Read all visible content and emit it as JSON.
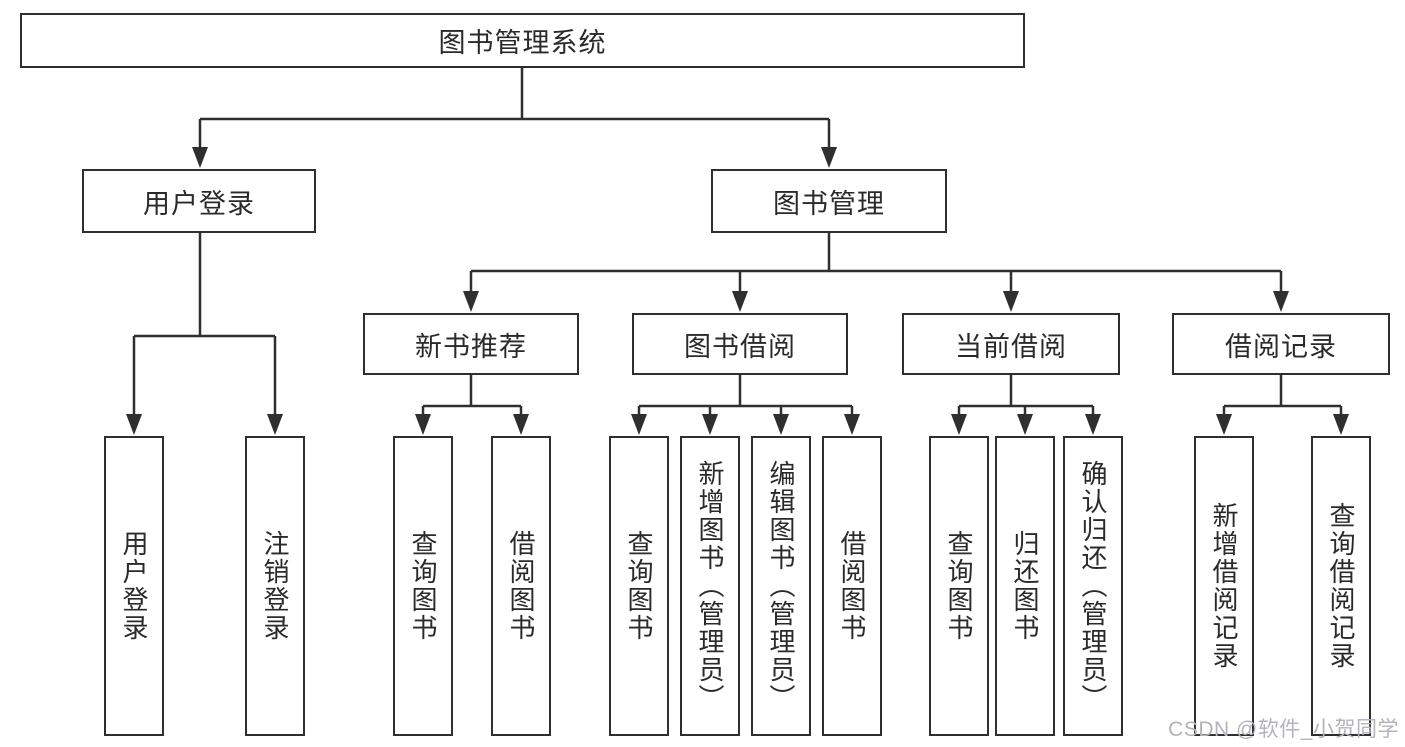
{
  "diagram": {
    "root": "图书管理系统",
    "user_branch": {
      "label": "用户登录",
      "leaves": [
        "用户登录",
        "注销登录"
      ]
    },
    "book_branch": {
      "label": "图书管理",
      "sections": [
        {
          "label": "新书推荐",
          "leaves": [
            "查询图书",
            "借阅图书"
          ]
        },
        {
          "label": "图书借阅",
          "leaves": [
            "查询图书",
            "新增图书（管理员）",
            "编辑图书（管理员）",
            "借阅图书"
          ]
        },
        {
          "label": "当前借阅",
          "leaves": [
            "查询图书",
            "归还图书",
            "确认归还（管理员）"
          ]
        },
        {
          "label": "借阅记录",
          "leaves": [
            "新增借阅记录",
            "查询借阅记录"
          ]
        }
      ]
    }
  },
  "watermark": "CSDN @软件_小贺同学",
  "colors": {
    "line": "#2f2f2f",
    "text": "#2a2a2a",
    "watermark": "#b3b3bb",
    "background": "#ffffff"
  }
}
